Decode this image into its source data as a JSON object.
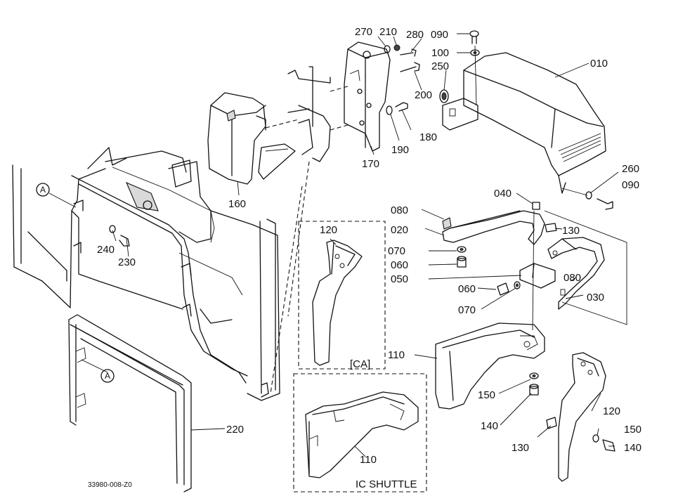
{
  "diagram": {
    "drawing_number": "33980-008-Z0",
    "part_labels": {
      "p010": "010",
      "p020": "020",
      "p030": "030",
      "p040": "040",
      "p050": "050",
      "p060a": "060",
      "p060b": "060",
      "p070a": "070",
      "p070b": "070",
      "p080a": "080",
      "p080b": "080",
      "p090a": "090",
      "p090b": "090",
      "p100": "100",
      "p110a": "110",
      "p110b": "110",
      "p120a": "120",
      "p120b": "120",
      "p130a": "130",
      "p130b": "130",
      "p140a": "140",
      "p140b": "140",
      "p150a": "150",
      "p150b": "150",
      "p160": "160",
      "p170": "170",
      "p180": "180",
      "p190": "190",
      "p200": "200",
      "p210": "210",
      "p220": "220",
      "p230": "230",
      "p240": "240",
      "p250": "250",
      "p260": "260",
      "p270": "270",
      "p280": "280"
    },
    "ref_marker": "A",
    "variant_ca": "[CA]",
    "variant_shuttle": "IC SHUTTLE"
  }
}
